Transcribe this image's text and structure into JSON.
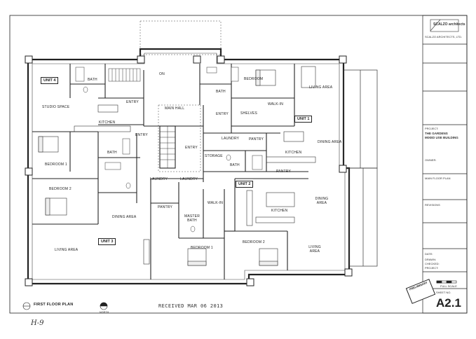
{
  "title_block": {
    "firm_logo": "SCALZO architects",
    "firm_name": "SCALZO ARCHITECTS, LTD.",
    "project_label": "PROJECT:",
    "project_name_1": "THE GARDENS",
    "project_name_2": "MIXED USE BUILDING",
    "owner_label": "OWNER:",
    "drawing_title": "MAIN FLOOR PLAN",
    "revisions_label": "REVISIONS",
    "date_label": "DATE:",
    "drawn_label": "DRAWN:",
    "checked_label": "CHECKED:",
    "project_no_label": "PROJECT:",
    "scale_label": "FULL SCALE",
    "sheet_label": "SHEET NO.",
    "sheet_number": "A2.1",
    "preliminary": "PRELIMINARY"
  },
  "plan": {
    "caption": "FIRST FLOOR PLAN",
    "north_label": "NORTH",
    "received_stamp": "RECEIVED MAR 06 2013",
    "handwritten_note": "H-9"
  },
  "unit_labels": {
    "unit1": "UNIT 1",
    "unit2": "UNIT 2",
    "unit3": "UNIT 3",
    "unit4": "UNIT 4"
  },
  "rooms": {
    "bath_u4": "BATH",
    "studio_space": "STUDIO SPACE",
    "entry_u4": "ENTRY",
    "kitchen_u4": "KITCHEN",
    "main_hall": "MAIN HALL",
    "on_label": "ON",
    "entry_center": "ENTRY",
    "entry_stair": "ENTRY",
    "bedroom_u1": "BEDROOM",
    "living_u1": "LIVING AREA",
    "walkin_u1": "WALK-IN",
    "shelves_u1": "SHELVES",
    "bath_u1": "BATH",
    "entry_u1": "ENTRY",
    "laundry_u1": "LAUNDRY",
    "pantry_u1": "PANTRY",
    "dining_u1": "DINING AREA",
    "kitchen_u1": "KITCHEN",
    "storage": "STORAGE",
    "bath_u1b": "BATH",
    "pantry_u1b": "PANTRY",
    "bedroom1_u4": "BEDROOM 1",
    "bath_u4b": "BATH",
    "bedroom2_u3": "BEDROOM 2",
    "dining_u3": "DINING AREA",
    "living_u3": "LIVING AREA",
    "laundry_c1": "LAUNDRY",
    "laundry_c2": "LAUNDRY",
    "pantry_u3": "PANTRY",
    "walkin_u3": "WALK-IN",
    "master_bath": "MASTER BATH",
    "bedroom1_u3": "BEDROOM 1",
    "kitchen_u2": "KITCHEN",
    "dining_u2": "DINING AREA",
    "bedroom2_u2": "BEDROOM 2",
    "living_u2": "LIVING AREA"
  }
}
